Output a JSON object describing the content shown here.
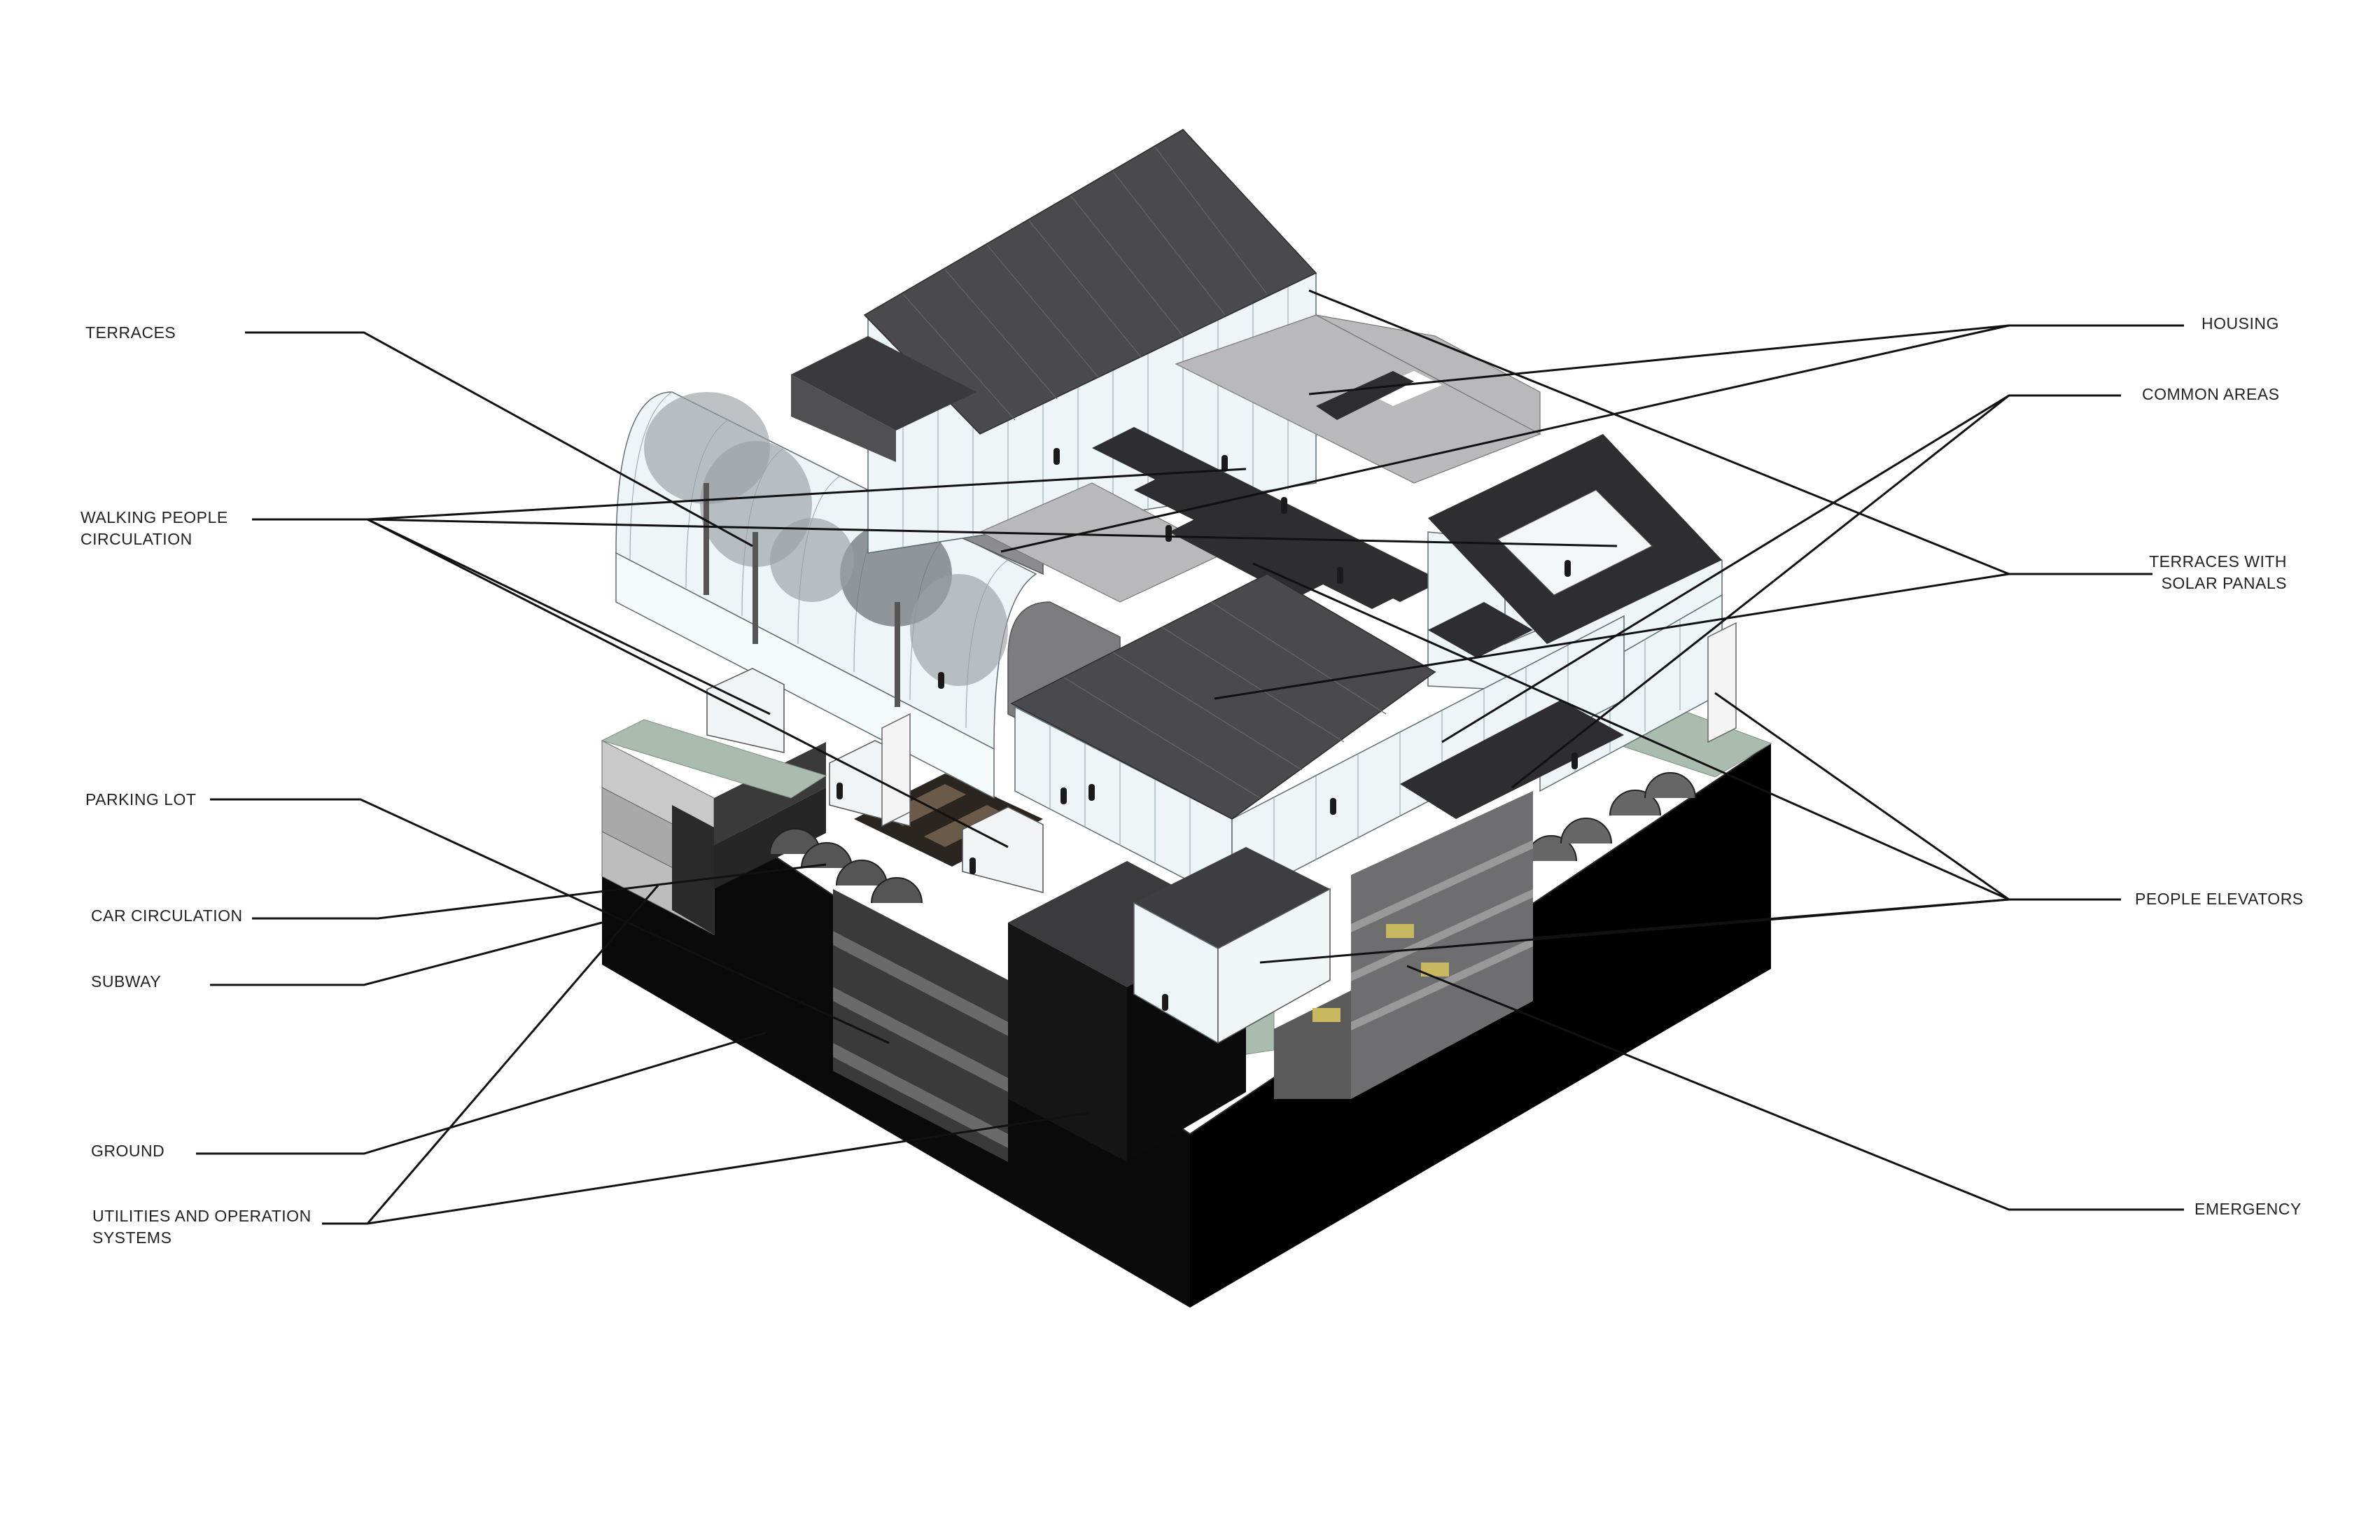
{
  "labels": {
    "terraces": "TERRACES",
    "walking_people_circulation_1": "WALKING PEOPLE",
    "walking_people_circulation_2": "CIRCULATION",
    "parking_lot": "PARKING LOT",
    "car_circulation": "CAR CIRCULATION",
    "subway": "SUBWAY",
    "ground": "GROUND",
    "utilities_1": "UTILITIES AND OPERATION",
    "utilities_2": "SYSTEMS",
    "housing": "HOUSING",
    "common_areas": "COMMON AREAS",
    "terraces_solar_1": "TERRACES WITH",
    "terraces_solar_2": "SOLAR PANALS",
    "people_elevators": "PEOPLE ELEVATORS",
    "emergency": "EMERGENCY"
  },
  "colors": {
    "ground_block": "#050505",
    "roof": "#4a4a4d",
    "terrace": "#b9b9bb",
    "glass": "#eef5f7",
    "green_deck": "#a9bcae",
    "leader_line": "#111111"
  }
}
